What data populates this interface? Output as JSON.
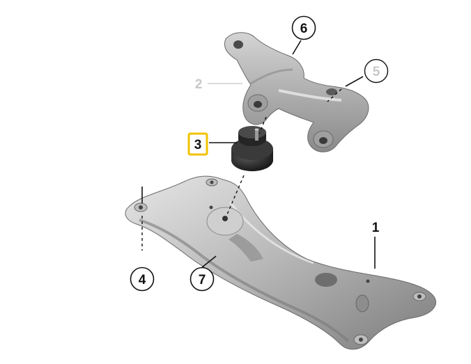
{
  "callouts": [
    {
      "id": "1",
      "label": "1",
      "style": "plain"
    },
    {
      "id": "2",
      "label": "2",
      "style": "plain-grey"
    },
    {
      "id": "3",
      "label": "3",
      "style": "highlighted"
    },
    {
      "id": "4",
      "label": "4",
      "style": "circle"
    },
    {
      "id": "5",
      "label": "5",
      "style": "circle-grey"
    },
    {
      "id": "6",
      "label": "6",
      "style": "circle"
    },
    {
      "id": "7",
      "label": "7",
      "style": "circle"
    }
  ],
  "colors": {
    "highlight": "#f2c200",
    "metal_light": "#d8d8d8",
    "metal_mid": "#a9a9a9",
    "metal_dark": "#6e6e6e",
    "rubber": "#2a2a2a",
    "grey_label": "#c8c8c8"
  }
}
